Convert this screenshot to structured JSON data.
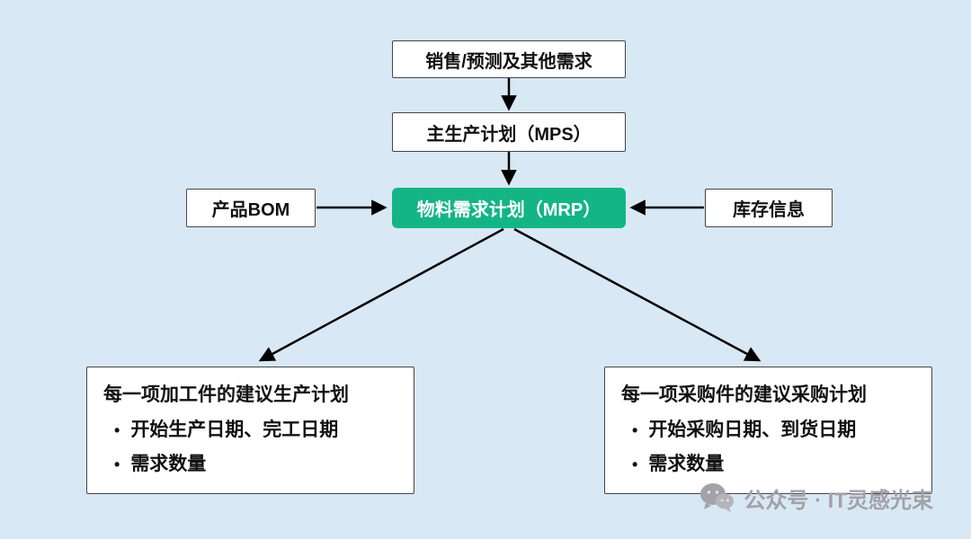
{
  "colors": {
    "background": "#d9e8f5",
    "box_bg": "#ffffff",
    "box_border": "#454545",
    "mrp_bg": "#14b584",
    "mrp_text": "#ffffff",
    "arrow": "#000000",
    "watermark": "#a2a2a8"
  },
  "glyphs": {
    "bullet": "•"
  },
  "nodes": {
    "demand": {
      "label": "销售/预测及其他需求"
    },
    "mps": {
      "label": "主生产计划（MPS）"
    },
    "mrp": {
      "label": "物料需求计划（MRP）"
    },
    "bom": {
      "label": "产品BOM"
    },
    "inventory": {
      "label": "库存信息"
    },
    "production_plan": {
      "title": "每一项加工件的建议生产计划",
      "bullets": [
        "开始生产日期、完工日期",
        "需求数量"
      ]
    },
    "purchase_plan": {
      "title": "每一项采购件的建议采购计划",
      "bullets": [
        "开始采购日期、到货日期",
        "需求数量"
      ]
    }
  },
  "watermark": {
    "text": "公众号 · IT灵感光束",
    "icon": "wechat-icon"
  }
}
